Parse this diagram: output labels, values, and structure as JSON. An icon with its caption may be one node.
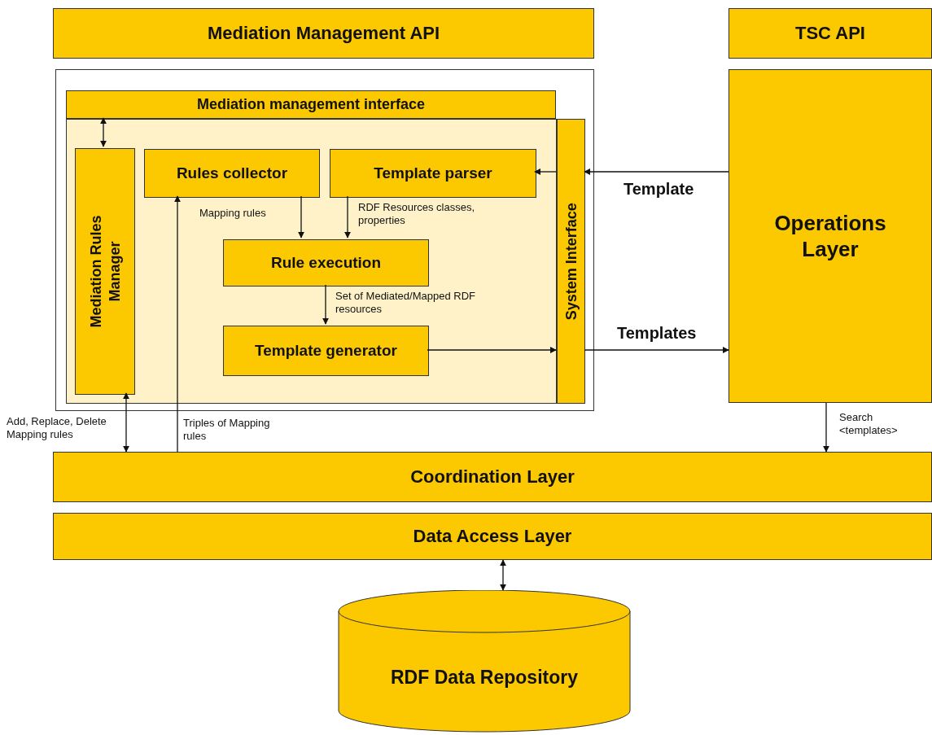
{
  "diagram": {
    "nodes": [
      {
        "text": [
          "Mediation Management API"
        ]
      },
      {
        "text": [
          "TSC API"
        ]
      },
      {
        "text": [],
        "shape": "box"
      },
      {
        "text": [
          "Mediation management interface"
        ],
        "in": 2
      },
      {
        "text": [],
        "shape": "box",
        "in": 2
      },
      {
        "text": [
          "Mediation Rules Manager"
        ],
        "in": 4
      },
      {
        "text": [
          "Rules collector"
        ],
        "in": 4
      },
      {
        "text": [
          "Template parser"
        ],
        "in": 4
      },
      {
        "text": [
          "Rule execution"
        ],
        "in": 4
      },
      {
        "text": [
          "Template generator"
        ],
        "in": 4
      },
      {
        "text": [
          "System Interface"
        ],
        "in": 2
      },
      {
        "text": [
          "Operations Layer"
        ]
      },
      {
        "text": [
          "Coordination Layer"
        ]
      },
      {
        "text": [
          "Data Access Layer"
        ]
      },
      {
        "text": [
          "RDF Data Repository"
        ]
      }
    ],
    "edges": [
      {
        "from": 3,
        "to": 5,
        "arrow": "both"
      },
      {
        "from": 10,
        "to": 7,
        "arrow": "to"
      },
      {
        "from": 6,
        "to": 8,
        "arrow": "to",
        "label": "Mapping rules"
      },
      {
        "from": 7,
        "to": 8,
        "arrow": "to",
        "label": "RDF Resources classes, properties"
      },
      {
        "from": 8,
        "to": 9,
        "arrow": "to",
        "label": "Set of Mediated/Mapped RDF resources"
      },
      {
        "from": 9,
        "to": 10,
        "arrow": "to"
      },
      {
        "from": 11,
        "to": 10,
        "arrow": "to",
        "label": "Template"
      },
      {
        "from": 10,
        "to": 11,
        "arrow": "to",
        "label": "Templates"
      },
      {
        "from": 12,
        "to": 5,
        "arrow": "both",
        "label": "Add, Replace, Delete Mapping rules"
      },
      {
        "from": 12,
        "to": 6,
        "arrow": "to",
        "label": "Triples of Mapping rules"
      },
      {
        "from": 11,
        "to": 12,
        "arrow": "to",
        "label": "Search <templates>"
      },
      {
        "from": 13,
        "to": 14,
        "arrow": "both"
      }
    ]
  }
}
